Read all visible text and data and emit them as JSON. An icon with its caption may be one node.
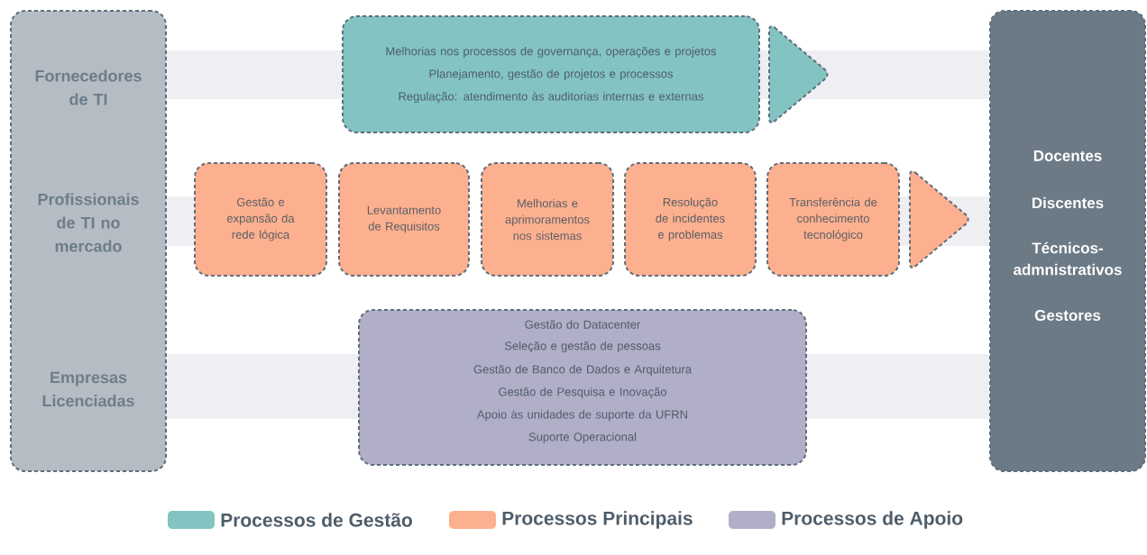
{
  "diagram": {
    "nodes": [
      {
        "text": [
          "Fornecedores de TI",
          "Profissionais de TI no mercado",
          "Empresas Licenciadas"
        ]
      },
      {
        "text": [
          "Melhorias nos processos de governança, operações e projetos",
          "Planejamento, gestão de projetos e processos",
          "Regulação: atendimento às auditorias internas e externas"
        ]
      },
      {
        "text": [
          "Gestão e expansão da rede lógica"
        ]
      },
      {
        "text": [
          "Levantamento de Requisitos"
        ]
      },
      {
        "text": [
          "Melhorias e aprimoramentos nos sistemas"
        ]
      },
      {
        "text": [
          "Resolução de incidentes e problemas"
        ]
      },
      {
        "text": [
          "Transferência de conhecimento tecnológico"
        ]
      },
      {
        "text": [
          "Gestão do Datacenter",
          "Seleção e gestão de pessoas",
          "Gestão de Banco de Dados e Arquitetura",
          "Gestão de Pesquisa e Inovação",
          "Apoio às unidades de suporte da UFRN",
          "Suporte Operacional"
        ]
      },
      {
        "text": [
          "Docentes",
          "Discentes",
          "Técnicos-admnistrativos",
          "Gestores"
        ]
      },
      {
        "text": [],
        "shape": "bar"
      },
      {
        "text": [],
        "shape": "bar"
      },
      {
        "text": [],
        "shape": "bar"
      },
      {
        "text": [],
        "shape": "bar"
      },
      {
        "text": [],
        "shape": "bar"
      },
      {
        "text": [],
        "shape": "bar"
      }
    ],
    "edges": [
      {
        "from": 1,
        "to": null,
        "arrow": "to"
      },
      {
        "from": 6,
        "to": 8,
        "arrow": "to"
      }
    ],
    "legend": [
      {
        "text": "Processos de Gestão",
        "color": "#83c4c2"
      },
      {
        "text": "Processos Principais",
        "color": "#fdb08f"
      },
      {
        "text": "Processos de Apoio",
        "color": "#b1aec8"
      }
    ]
  }
}
